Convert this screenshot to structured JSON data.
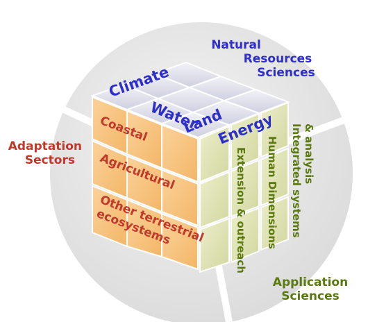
{
  "colors": {
    "disc": "#e6e6e6",
    "disc_gap": "#ffffff",
    "orange_face": "#f8c37b",
    "orange_face_dark": "#f0b060",
    "green_face": "#e2e6bf",
    "green_face_dark": "#d3d8a6",
    "top_face": "#d9dae8",
    "blue_text": "#2e2fc8",
    "red_text": "#c0392b",
    "green_text": "#5a7a10"
  },
  "labels": {
    "natural_resources": [
      "Natural",
      "Resources",
      "Sciences"
    ],
    "adaptation_sectors": [
      "Adaptation",
      "Sectors"
    ],
    "application_sciences": [
      "Application",
      "Sciences"
    ]
  },
  "cube": {
    "top_rows": [
      "Climate",
      "Water",
      "Land",
      "Energy"
    ],
    "front_rows": [
      "Coastal",
      "Agricultural",
      "Other terrestrial",
      "ecosystems"
    ],
    "side_columns": [
      "Extension & outreach",
      "Human Dimensions",
      "Integrated systems",
      "& analysis"
    ]
  }
}
